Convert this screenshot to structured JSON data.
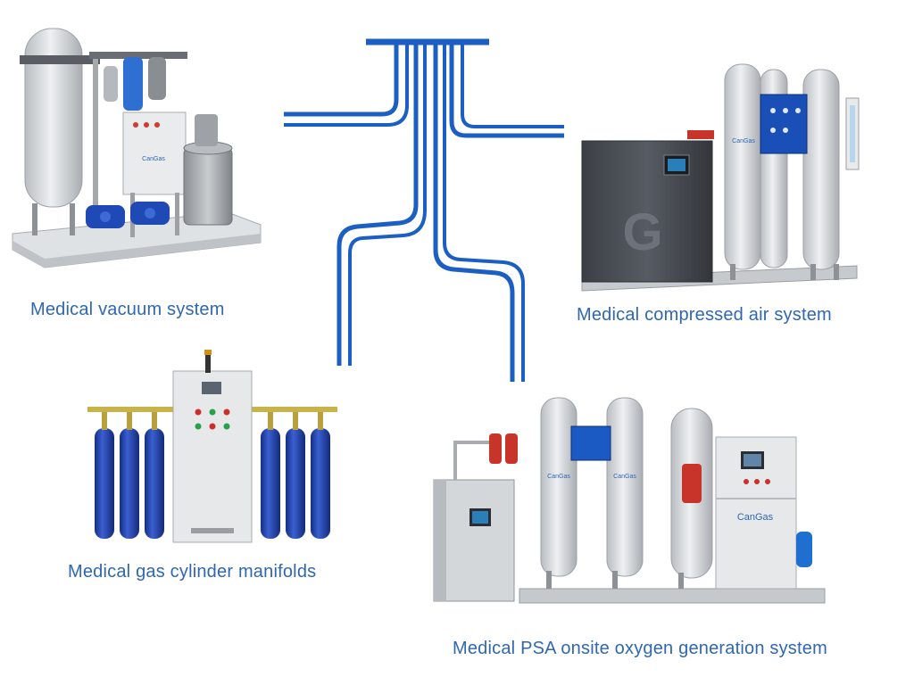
{
  "captions": {
    "vacuum": "Medical vacuum system",
    "compressed_air": "Medical compressed air system",
    "manifolds": "Medical gas cylinder manifolds",
    "oxygen": "Medical PSA onsite oxygen generation system"
  },
  "brand_marks": {
    "cangas": "CanGas"
  },
  "colors": {
    "pipe": "#1b5ec4",
    "caption": "#2f67b2",
    "cylinder": "#1f3fa6",
    "equipment": "#d4d7da"
  },
  "icons": [
    "vacuum-system-illustration",
    "compressed-air-system-illustration",
    "gas-cylinder-manifold-illustration",
    "psa-oxygen-generator-illustration",
    "pipeline-icon"
  ]
}
